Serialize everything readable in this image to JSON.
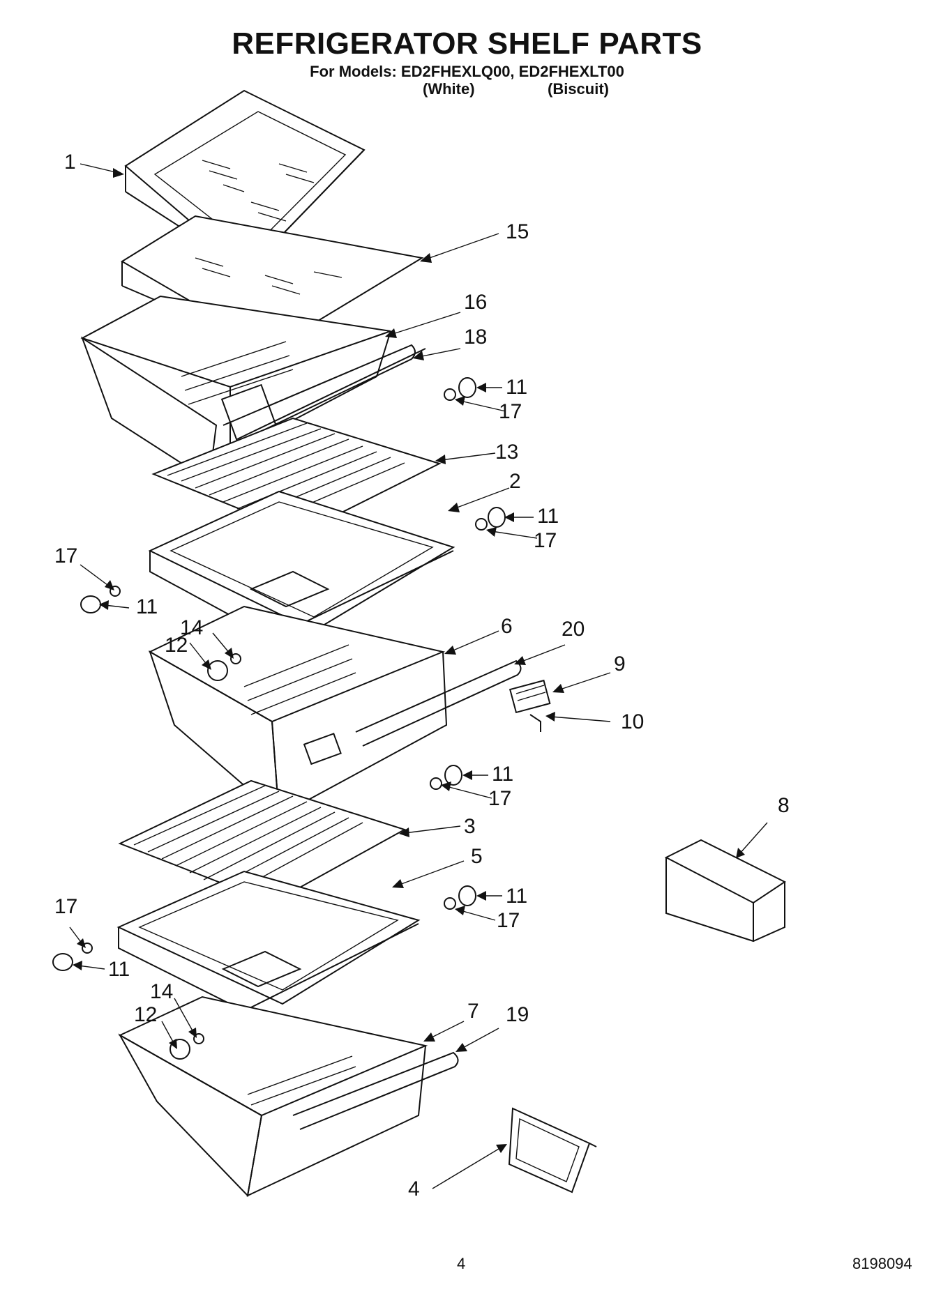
{
  "header": {
    "title": "REFRIGERATOR SHELF PARTS",
    "models_line": "For Models: ED2FHEXLQ00, ED2FHEXLT00",
    "color_1": "(White)",
    "color_2": "(Biscuit)"
  },
  "callouts": {
    "c1": "1",
    "c15": "15",
    "c16": "16",
    "c18": "18",
    "c11a": "11",
    "c17a": "17",
    "c13": "13",
    "c2": "2",
    "c11b": "11",
    "c17b": "17",
    "c17c": "17",
    "c11c": "11",
    "c14a": "14",
    "c12a": "12",
    "c6": "6",
    "c20": "20",
    "c9": "9",
    "c10": "10",
    "c11d": "11",
    "c17d": "17",
    "c8": "8",
    "c3": "3",
    "c5": "5",
    "c11e": "11",
    "c17e": "17",
    "c17f": "17",
    "c11f": "11",
    "c14b": "14",
    "c12b": "12",
    "c7": "7",
    "c19": "19",
    "c4": "4"
  },
  "footer": {
    "page_number": "4",
    "doc_number": "8198094"
  }
}
